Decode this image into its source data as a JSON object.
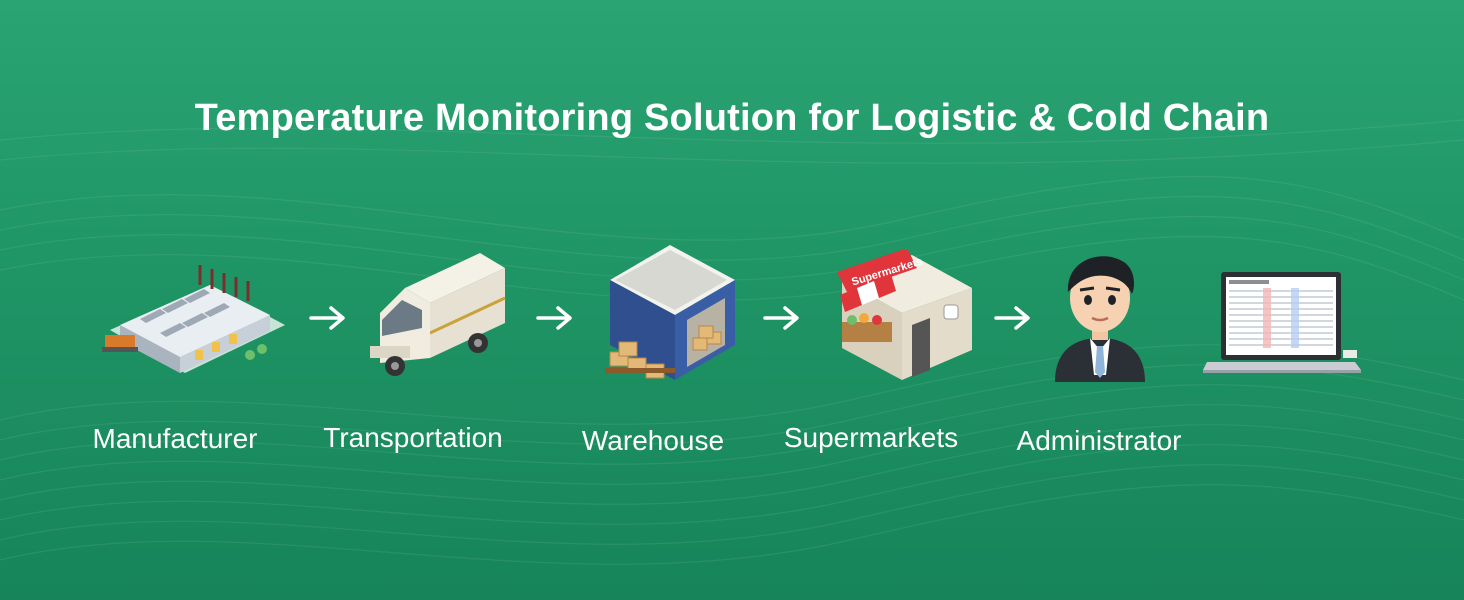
{
  "title": "Temperature Monitoring Solution for Logistic & Cold Chain",
  "stages": [
    {
      "label": "Manufacturer",
      "icon": "factory-icon"
    },
    {
      "label": "Transportation",
      "icon": "delivery-truck-icon"
    },
    {
      "label": "Warehouse",
      "icon": "warehouse-icon"
    },
    {
      "label": "Supermarkets",
      "icon": "supermarket-store-icon",
      "sign_text": "Supermarkets"
    },
    {
      "label": "Administrator",
      "icon": "administrator-avatar-icon"
    }
  ],
  "endpoint": {
    "icon": "laptop-data-icon"
  },
  "colors": {
    "background_top": "#2aa473",
    "background_bottom": "#17845a",
    "text": "#ffffff",
    "warehouse_wall": "#2f4f8f",
    "store_sign": "#e0353a"
  }
}
